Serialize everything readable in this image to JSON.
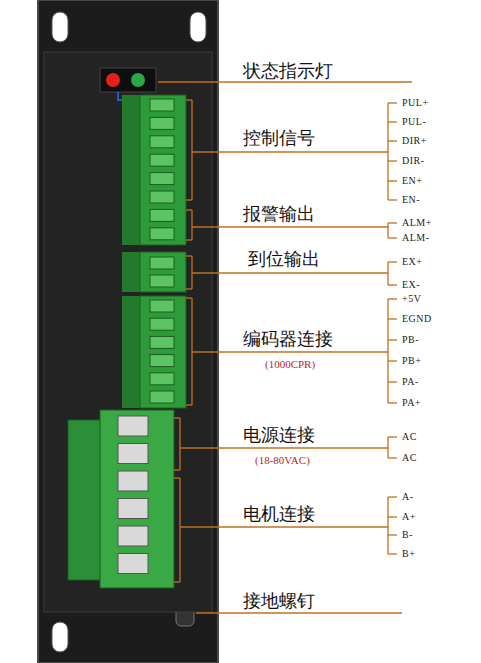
{
  "diagram": {
    "labels": [
      "状态指示灯",
      "控制信号",
      "PUL+",
      "PUL-",
      "DIR+",
      "DIR-",
      "EN+",
      "EN-",
      "报警输出",
      "ALM+",
      "ALM-",
      "到位输出",
      "EX+",
      "EX-",
      "编码器连接",
      "(1000CPR)",
      "+5V",
      "EGND",
      "PB-",
      "PB+",
      "PA-",
      "PA+",
      "电源连接",
      "(18-80VAC)",
      "AC",
      "AC",
      "电机连接",
      "A-",
      "A+",
      "B-",
      "B+",
      "接地螺钉"
    ]
  }
}
